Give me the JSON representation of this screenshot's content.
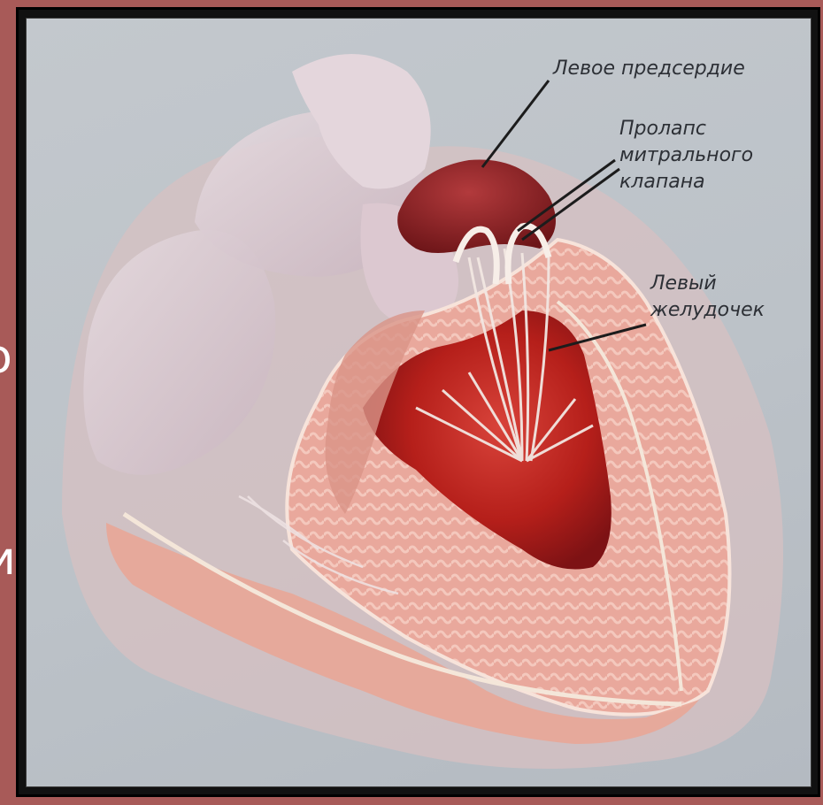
{
  "slide_edge": {
    "fragment_top": "о",
    "fragment_bottom": "и"
  },
  "diagram": {
    "labels": {
      "left_atrium": "Левое предсердие",
      "mitral_prolapse_line1": "Пролапс",
      "mitral_prolapse_line2": "митрального",
      "mitral_prolapse_line3": "клапана",
      "left_ventricle_line1": "Левый",
      "left_ventricle_line2": "желудочек"
    }
  },
  "colors": {
    "slide_background": "#a85a58",
    "illustration_background": "#bfc4c9",
    "myocardium": "#e9a89c",
    "ventricle_cavity": "#b51f1a",
    "atrium": "#8f1f22",
    "vessels": "#d7c7cf"
  }
}
